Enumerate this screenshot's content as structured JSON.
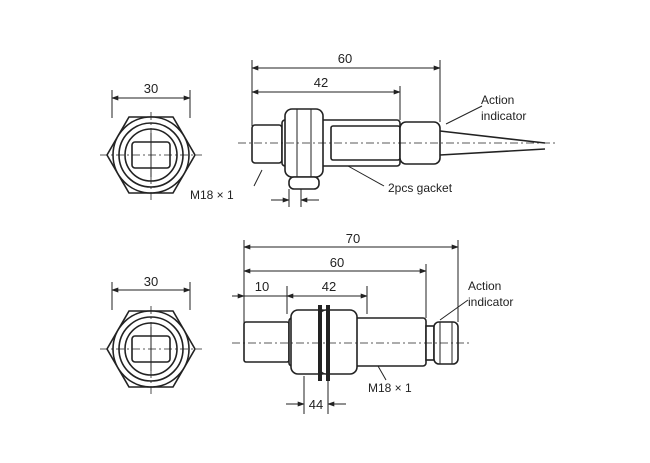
{
  "top_drawing": {
    "end_view_width": "30",
    "overall_length": "60",
    "thread_length": "42",
    "indicator_label_line1": "Action",
    "indicator_label_line2": "indicator",
    "thread_label": "M18 × 1",
    "gasket_label": "2pcs gacket"
  },
  "bottom_drawing": {
    "end_view_width": "30",
    "overall_length": "70",
    "body_length": "60",
    "head_length": "10",
    "thread_length": "42",
    "nut_width": "44",
    "indicator_label_line1": "Action",
    "indicator_label_line2": "indicator",
    "thread_label": "M18 × 1"
  }
}
